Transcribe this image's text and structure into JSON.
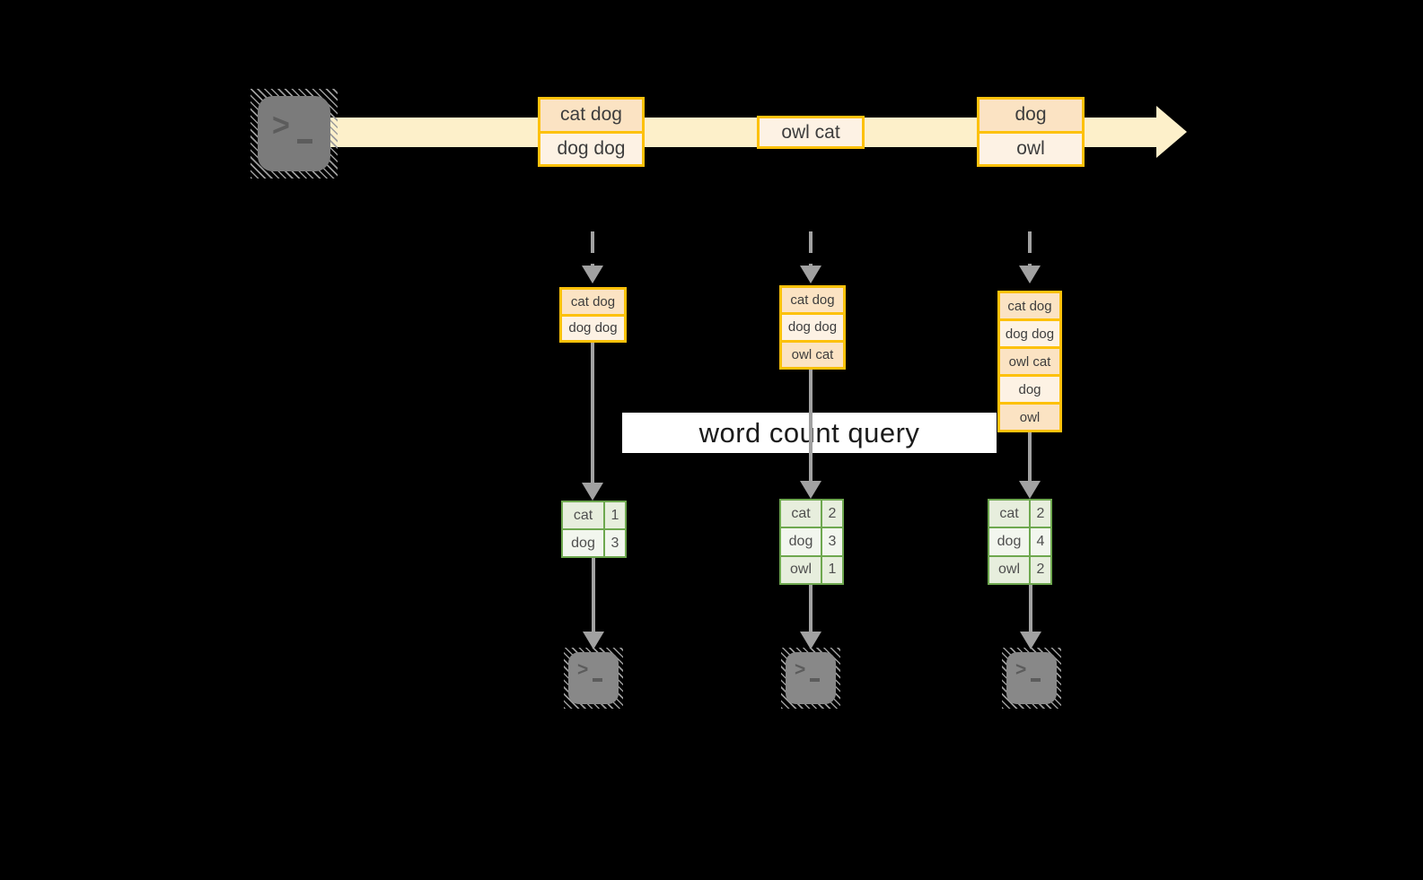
{
  "banner": {
    "label": "word count query"
  },
  "stream": {
    "source_icon": "terminal-icon",
    "groups": [
      {
        "cells": [
          {
            "text": "cat dog"
          },
          {
            "text": "dog dog"
          }
        ]
      },
      {
        "cells": [
          {
            "text": "owl cat"
          }
        ]
      },
      {
        "cells": [
          {
            "text": "dog"
          },
          {
            "text": "owl"
          }
        ]
      }
    ]
  },
  "pipelines": [
    {
      "buffer": [
        {
          "text": "cat dog"
        },
        {
          "text": "dog dog"
        }
      ],
      "counts": [
        {
          "word": "cat",
          "count": "1"
        },
        {
          "word": "dog",
          "count": "3"
        }
      ],
      "sink_icon": "terminal-icon"
    },
    {
      "buffer": [
        {
          "text": "cat dog"
        },
        {
          "text": "dog dog"
        },
        {
          "text": "owl cat"
        }
      ],
      "counts": [
        {
          "word": "cat",
          "count": "2"
        },
        {
          "word": "dog",
          "count": "3"
        },
        {
          "word": "owl",
          "count": "1"
        }
      ],
      "sink_icon": "terminal-icon"
    },
    {
      "buffer": [
        {
          "text": "cat dog"
        },
        {
          "text": "dog dog"
        },
        {
          "text": "owl cat"
        },
        {
          "text": "dog"
        },
        {
          "text": "owl"
        }
      ],
      "counts": [
        {
          "word": "cat",
          "count": "2"
        },
        {
          "word": "dog",
          "count": "4"
        },
        {
          "word": "owl",
          "count": "2"
        }
      ],
      "sink_icon": "terminal-icon"
    }
  ],
  "colors": {
    "background": "#000000",
    "stream_band": "#fdf0ca",
    "record_border": "#fdc10a",
    "record_fill_dark": "#fbe3c3",
    "record_fill_light": "#fdf2e4",
    "table_border": "#6ea84f",
    "table_fill_dark": "#e7eedd",
    "table_fill_light": "#f2f6ee",
    "arrow_gray": "#a1a1a1",
    "query_label_bg": "#ffffff",
    "terminal_gray": "#7e7e7e"
  }
}
